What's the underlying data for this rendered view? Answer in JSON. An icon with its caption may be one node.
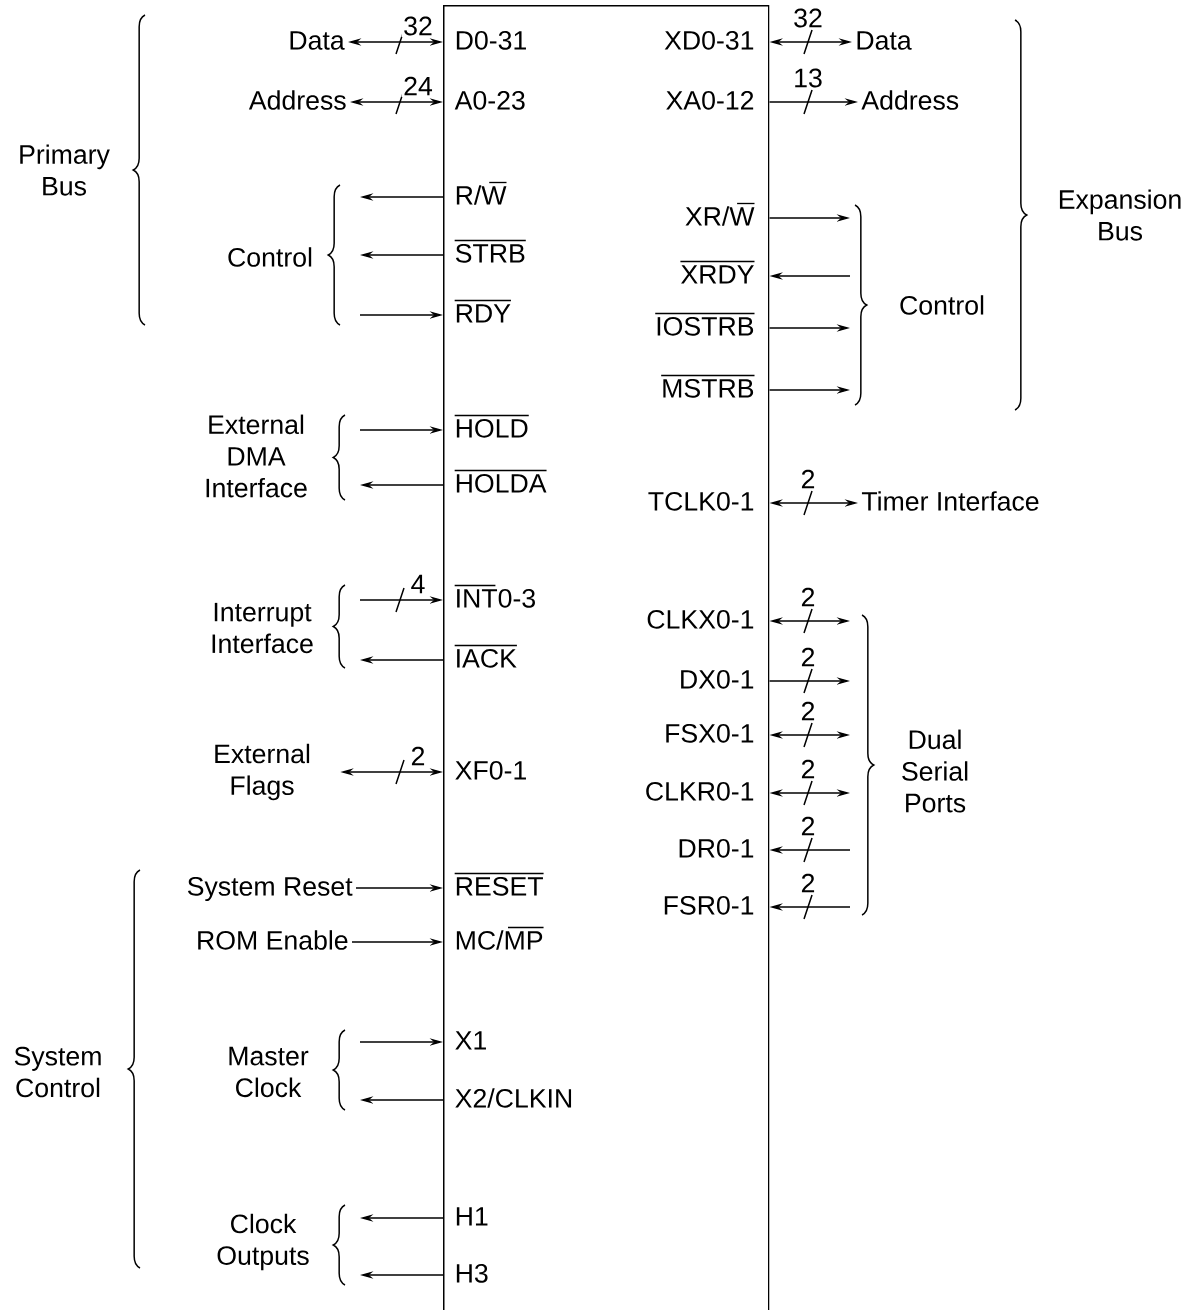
{
  "diagram": {
    "nodes": [
      {
        "text": [],
        "shape": "box"
      },
      {
        "text": [
          "Data"
        ]
      },
      {
        "text": [
          "D0-31"
        ],
        "in": 0
      },
      {
        "text": [
          "XD0-31"
        ],
        "in": 0
      },
      {
        "text": [
          "Data"
        ]
      },
      {
        "text": [
          "Address"
        ]
      },
      {
        "text": [
          "A0-23"
        ],
        "in": 0
      },
      {
        "text": [
          "XA0-12"
        ],
        "in": 0
      },
      {
        "text": [
          "Address"
        ]
      },
      {
        "text": [
          "R/W"
        ],
        "in": 0
      },
      {
        "text": [
          "STRB"
        ],
        "in": 0
      },
      {
        "text": [
          "RDY"
        ],
        "in": 0
      },
      {
        "text": [
          "XR/W"
        ],
        "in": 0
      },
      {
        "text": [
          "XRDY"
        ],
        "in": 0
      },
      {
        "text": [
          "IOSTRB"
        ],
        "in": 0
      },
      {
        "text": [
          "MSTRB"
        ],
        "in": 0
      },
      {
        "text": [
          "HOLD"
        ],
        "in": 0
      },
      {
        "text": [
          "HOLDA"
        ],
        "in": 0
      },
      {
        "text": [
          "TCLK0-1"
        ],
        "in": 0
      },
      {
        "text": [
          "Timer Interface"
        ]
      },
      {
        "text": [
          "INT0-3"
        ],
        "in": 0
      },
      {
        "text": [
          "IACK"
        ],
        "in": 0
      },
      {
        "text": [
          "CLKX0-1"
        ],
        "in": 0
      },
      {
        "text": [
          "DX0-1"
        ],
        "in": 0
      },
      {
        "text": [
          "FSX0-1"
        ],
        "in": 0
      },
      {
        "text": [
          "External Flags"
        ]
      },
      {
        "text": [
          "XF0-1"
        ],
        "in": 0
      },
      {
        "text": [
          "CLKR0-1"
        ],
        "in": 0
      },
      {
        "text": [
          "DR0-1"
        ],
        "in": 0
      },
      {
        "text": [
          "System Reset"
        ]
      },
      {
        "text": [
          "RESET"
        ],
        "in": 0
      },
      {
        "text": [
          "FSR0-1"
        ],
        "in": 0
      },
      {
        "text": [
          "ROM Enable"
        ]
      },
      {
        "text": [
          "MC/MP"
        ],
        "in": 0
      },
      {
        "text": [
          "X1"
        ],
        "in": 0
      },
      {
        "text": [
          "X2/CLKIN"
        ],
        "in": 0
      },
      {
        "text": [
          "H1"
        ],
        "in": 0
      },
      {
        "text": [
          "H3"
        ],
        "in": 0
      }
    ],
    "edges": [
      {
        "from": 1,
        "to": 2,
        "arrow": "both",
        "label": "32"
      },
      {
        "from": 3,
        "to": 4,
        "arrow": "both",
        "label": "32"
      },
      {
        "from": 5,
        "to": 6,
        "arrow": "both",
        "label": "24"
      },
      {
        "from": 7,
        "to": 8,
        "arrow": "to",
        "label": "13"
      },
      {
        "from": 9,
        "to": null,
        "arrow": "to"
      },
      {
        "from": 10,
        "to": null,
        "arrow": "to"
      },
      {
        "from": null,
        "to": 11,
        "arrow": "to"
      },
      {
        "from": 12,
        "to": null,
        "arrow": "to"
      },
      {
        "from": null,
        "to": 13,
        "arrow": "to"
      },
      {
        "from": 14,
        "to": null,
        "arrow": "to"
      },
      {
        "from": 15,
        "to": null,
        "arrow": "to"
      },
      {
        "from": null,
        "to": 16,
        "arrow": "to"
      },
      {
        "from": 17,
        "to": null,
        "arrow": "to"
      },
      {
        "from": 18,
        "to": 19,
        "arrow": "both",
        "label": "2"
      },
      {
        "from": null,
        "to": 20,
        "arrow": "to",
        "label": "4"
      },
      {
        "from": 21,
        "to": null,
        "arrow": "to"
      },
      {
        "from": 22,
        "to": null,
        "arrow": "both",
        "label": "2"
      },
      {
        "from": 23,
        "to": null,
        "arrow": "to",
        "label": "2"
      },
      {
        "from": 24,
        "to": null,
        "arrow": "both",
        "label": "2"
      },
      {
        "from": 25,
        "to": 26,
        "arrow": "both",
        "label": "2"
      },
      {
        "from": 27,
        "to": null,
        "arrow": "both",
        "label": "2"
      },
      {
        "from": null,
        "to": 28,
        "arrow": "to",
        "label": "2"
      },
      {
        "from": 29,
        "to": 30,
        "arrow": "to"
      },
      {
        "from": null,
        "to": 31,
        "arrow": "to",
        "label": "2"
      },
      {
        "from": 32,
        "to": 33,
        "arrow": "to"
      },
      {
        "from": null,
        "to": 34,
        "arrow": "to"
      },
      {
        "from": 35,
        "to": null,
        "arrow": "to"
      },
      {
        "from": 36,
        "to": null,
        "arrow": "to"
      },
      {
        "from": 37,
        "to": null,
        "arrow": "to"
      }
    ],
    "labels": [
      "Primary Bus",
      "Expansion Bus",
      "Control",
      "Control",
      "External DMA Interface",
      "Interrupt Interface",
      "Dual Serial Ports",
      "System Control",
      "Master Clock",
      "Clock Outputs"
    ]
  }
}
